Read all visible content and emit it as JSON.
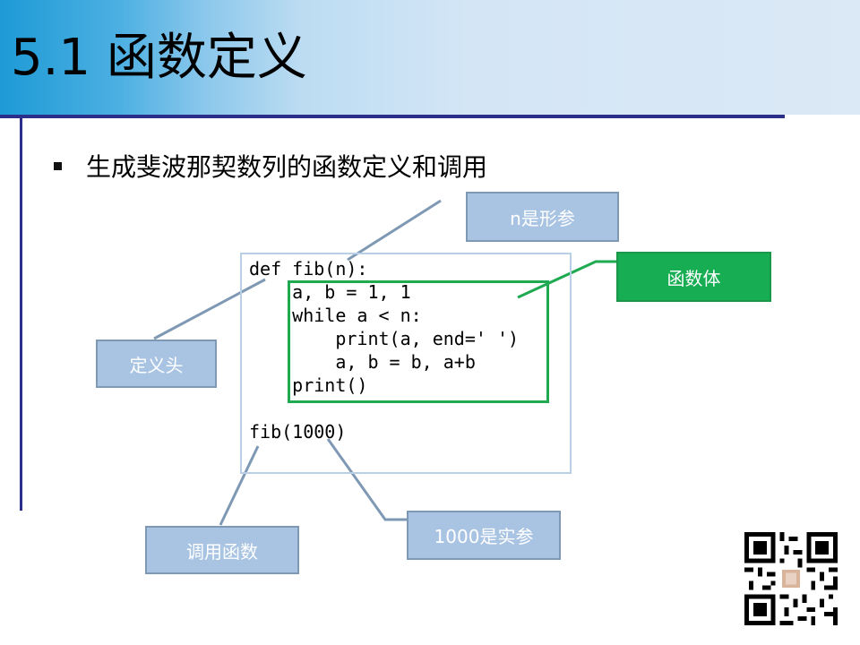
{
  "slide": {
    "title": "5.1 函数定义",
    "bullet": "生成斐波那契数列的函数定义和调用"
  },
  "code": {
    "lines": [
      "def fib(n):",
      "    a, b = 1, 1",
      "    while a < n:",
      "        print(a, end=' ')",
      "        a, b = b, a+b",
      "    print()",
      "",
      "fib(1000)"
    ]
  },
  "callouts": {
    "param": "n是形参",
    "body": "函数体",
    "header": "定义头",
    "call": "调用函数",
    "arg": "1000是实参"
  },
  "colors": {
    "title_gradient_start": "#1e9ad6",
    "title_gradient_end": "#dbe8f6",
    "rule": "#2b2f8a",
    "callout_fill": "#a9c4e3",
    "body_callout_fill": "#16ad53",
    "body_border": "#1faa52"
  },
  "icons": {
    "qr": "qr-code-icon"
  }
}
